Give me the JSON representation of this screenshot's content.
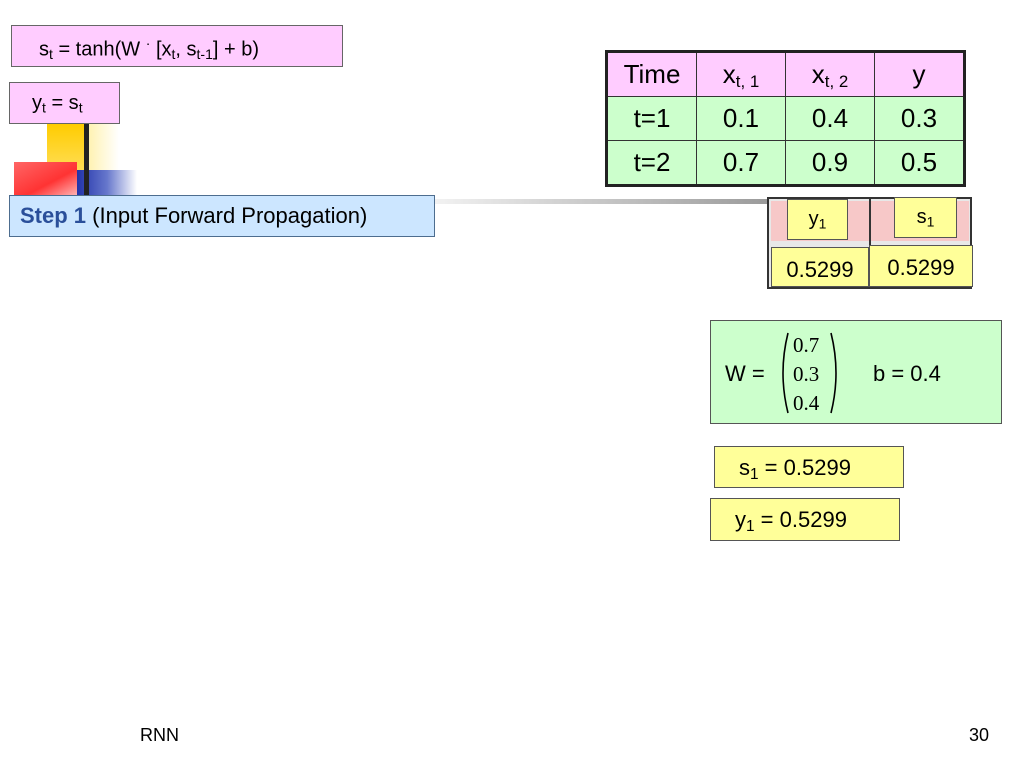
{
  "equations": {
    "state": {
      "s": "s",
      "s_sub": "t",
      "mid": " = tanh(W",
      "dot": "·",
      "open": " [x",
      "x_sub": "t",
      "comma": ", s",
      "sprev_sub": "t-1",
      "close": "] + b)"
    },
    "output": {
      "y": "y",
      "y_sub": "t",
      "eq": " = s",
      "s_sub": "t"
    }
  },
  "step": {
    "bold": "Step 1",
    "rest": " (Input Forward Propagation)"
  },
  "table": {
    "headers": [
      {
        "main": "Time",
        "sub": ""
      },
      {
        "main": "x",
        "sub": "t, 1"
      },
      {
        "main": "x",
        "sub": "t, 2"
      },
      {
        "main": "y",
        "sub": ""
      }
    ],
    "rows": [
      [
        "t=1",
        "0.1",
        "0.4",
        "0.3"
      ],
      [
        "t=2",
        "0.7",
        "0.9",
        "0.5"
      ]
    ]
  },
  "outputs_table": {
    "y_label": "y",
    "y_sub": "1",
    "y_value": "0.5299",
    "s_label": "s",
    "s_sub": "1",
    "s_value": "0.5299"
  },
  "params": {
    "w_label": "W =",
    "w_values": [
      "0.7",
      "0.3",
      "0.4"
    ],
    "b_label": "b = 0.4"
  },
  "results": {
    "s": {
      "var": "s",
      "sub": "1",
      "rest": " = 0.5299"
    },
    "y": {
      "var": "y",
      "sub": "1",
      "rest": " = 0.5299"
    }
  },
  "footer": {
    "left": "RNN",
    "page": "30"
  }
}
